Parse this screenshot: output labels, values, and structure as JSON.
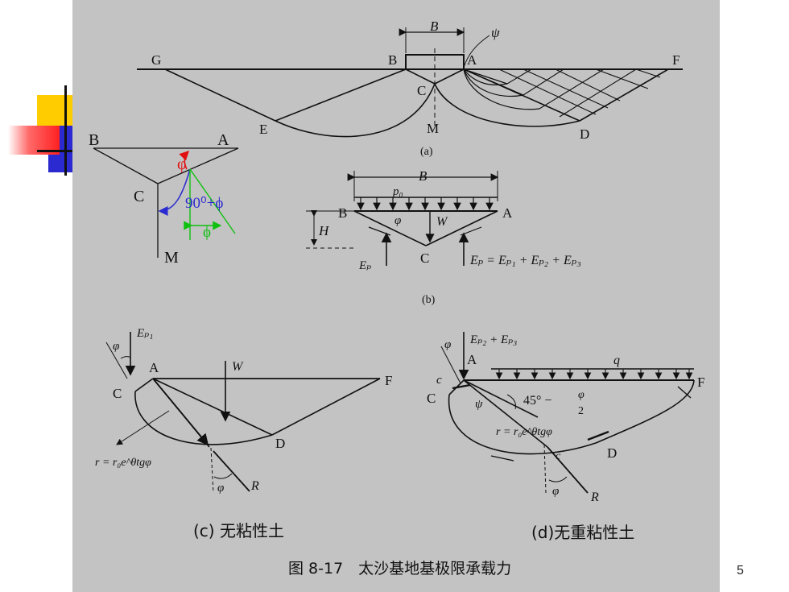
{
  "fig_a": {
    "B_width": "B",
    "psi": "ψ",
    "G": "G",
    "F": "F",
    "B": "B",
    "A": "A",
    "C": "C",
    "M": "M",
    "E": "E",
    "D": "D",
    "caption": "(a)"
  },
  "fig_b": {
    "B_width": "B",
    "p0": "p₀",
    "B": "B",
    "A": "A",
    "C": "C",
    "H": "H",
    "phi": "φ",
    "W": "W",
    "Ep": "Eₚ",
    "formula": "Eₚ = Eₚ₁ + Eₚ₂ + Eₚ₃",
    "caption": "(b)"
  },
  "fig_c": {
    "phi_top": "φ",
    "Ep1": "Eₚ₁",
    "A": "A",
    "W": "W",
    "F": "F",
    "C": "C",
    "D": "D",
    "r_eq": "r = r₀e^θtgφ",
    "phi_bottom": "φ",
    "R": "R",
    "caption": "(c) 无粘性土"
  },
  "fig_d": {
    "phi_top": "φ",
    "Ep23": "Eₚ₂ + Eₚ₃",
    "A": "A",
    "q": "q",
    "c_left": "c",
    "C": "C",
    "psi": "ψ",
    "angle": "45° −",
    "phi_num": "φ",
    "two": "2",
    "F": "F",
    "r_eq": "r = r₀e^θtgφ",
    "D": "D",
    "c_bottom": "c",
    "phi_bottom": "φ",
    "R": "R",
    "caption": "(d)无重粘性土"
  },
  "inset": {
    "B": "B",
    "A": "A",
    "C": "C",
    "M": "M",
    "phi_red": "φ",
    "angle_blue": "90⁰+ϕ",
    "phi_green": "ϕ",
    "colors": {
      "red": "#e01010",
      "blue": "#2a2ad0",
      "green": "#10c010"
    }
  },
  "figure_caption": "图 8-17　太沙基地基极限承载力",
  "page_number": "5",
  "decor_colors": {
    "yellow": "#ffcc00",
    "blue": "#2a2ad0",
    "red": "#ff2a2a"
  }
}
